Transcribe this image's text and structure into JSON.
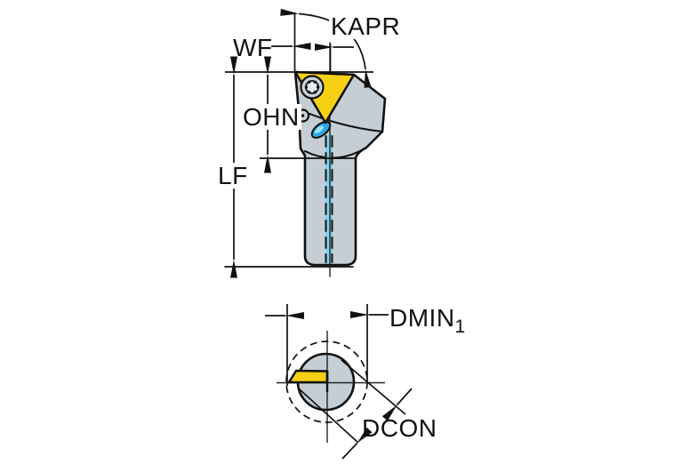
{
  "diagram": {
    "type": "technical-drawing",
    "labels": {
      "kapr": "KAPR",
      "wf": "WF",
      "ohn": "OHN",
      "lf": "LF",
      "dmin_base": "DMIN",
      "dmin_sub": "1",
      "dcon": "DCON"
    },
    "colors": {
      "background": "#ffffff",
      "body": "#c5ced5",
      "insert": "#f6d013",
      "coolant_hole": "#29abe2",
      "coolant_channel": "#82d3f0",
      "line": "#111111"
    }
  }
}
